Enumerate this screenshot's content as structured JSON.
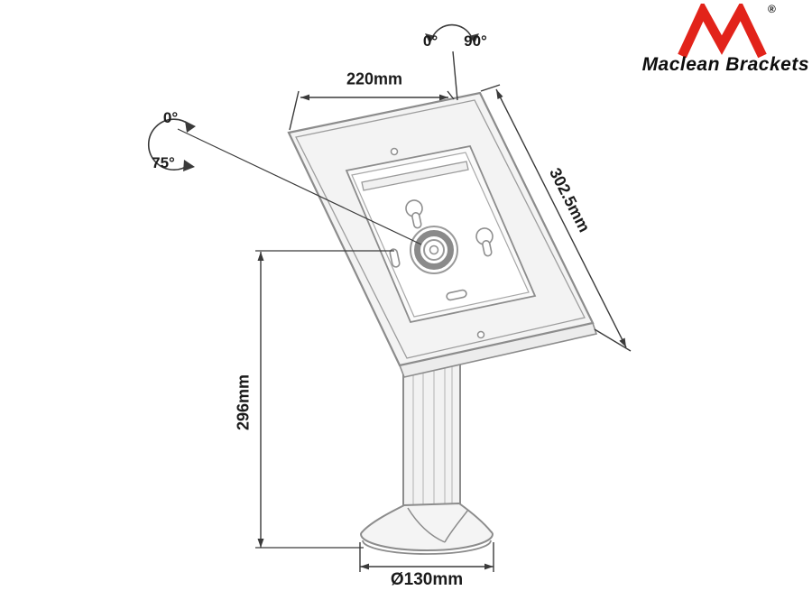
{
  "brand": {
    "name": "Maclean Brackets",
    "registered": "®",
    "logo_color": "#e2231a"
  },
  "dimensions": {
    "top_width": "220mm",
    "panel_height": "302.5mm",
    "pole_height": "296mm",
    "base_diameter": "Ø130mm"
  },
  "angles": {
    "rotation_min": "0°",
    "rotation_max": "90°",
    "tilt_min": "0°",
    "tilt_max": "75°"
  },
  "colors": {
    "product_line": "#8c8c8c",
    "dimension_line": "#3a3a3a"
  }
}
